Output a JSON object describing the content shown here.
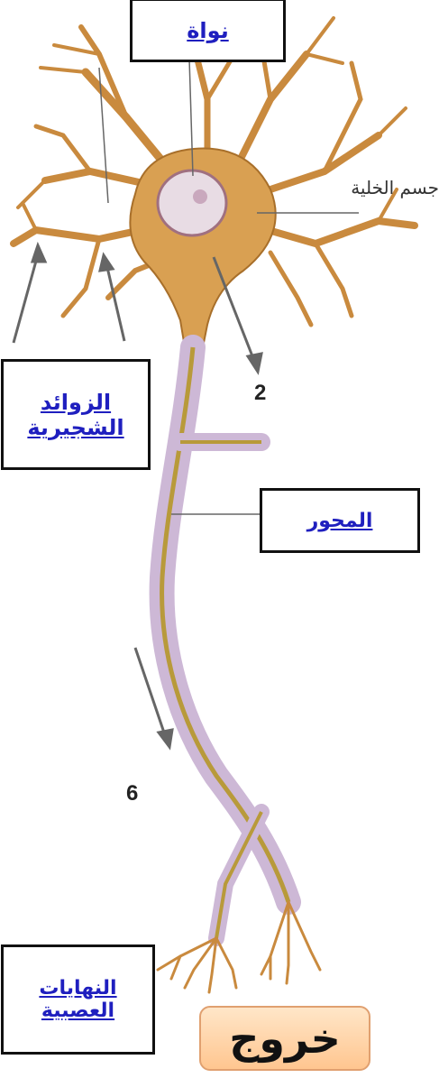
{
  "labels": {
    "nucleus": "نواة",
    "cell_body": "جسم الخلية",
    "dendrites_line1": "الزوائد",
    "dendrites_line2": "الشجيرية",
    "axon": "المحور",
    "endings_line1": "النهايات",
    "endings_line2": "العصبية"
  },
  "numbers": {
    "n2": "2",
    "n6": "6"
  },
  "exit_button": "خروج",
  "colors": {
    "neuron": "#d9a052",
    "neuron_dark": "#a86f2a",
    "myelin": "#cdb8d6",
    "link": "#1f1fbf",
    "button": "#ffc690"
  }
}
